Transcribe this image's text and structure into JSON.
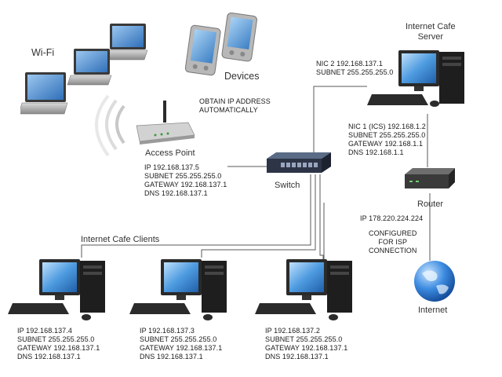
{
  "labels": {
    "wifi": "Wi-Fi",
    "devices": "Devices",
    "access_point": "Access Point",
    "switch": "Switch",
    "router": "Router",
    "internet": "Internet",
    "server_line1": "Internet Cafe",
    "server_line2": "Server",
    "clients": "Internet Cafe Clients",
    "obtain_line1": "OBTAIN IP ADDRESS",
    "obtain_line2": "AUTOMATICALLY",
    "configured_line1": "CONFIGURED",
    "configured_line2": "FOR ISP",
    "configured_line3": "CONNECTION",
    "router_ip": "IP 178.220.224.224"
  },
  "access_point_config": {
    "ip": "IP 192.168.137.5",
    "subnet": "SUBNET 255.255.255.0",
    "gateway": "GATEWAY 192.168.137.1",
    "dns": "DNS 192.168.137.1"
  },
  "server_nic2": {
    "nic": "NIC 2 192.168.137.1",
    "subnet": "SUBNET 255.255.255.0"
  },
  "server_nic1": {
    "nic": "NIC 1 (ICS) 192.168.1.2",
    "subnet": "SUBNET 255.255.255.0",
    "gateway": "GATEWAY 192.168.1.1",
    "dns": "DNS 192.168.1.1"
  },
  "clients": [
    {
      "ip": "IP 192.168.137.4",
      "subnet": "SUBNET 255.255.255.0",
      "gateway": "GATEWAY 192.168.137.1",
      "dns": "DNS 192.168.137.1"
    },
    {
      "ip": "IP 192.168.137.3",
      "subnet": "SUBNET 255.255.255.0",
      "gateway": "GATEWAY 192.168.137.1",
      "dns": "DNS 192.168.137.1"
    },
    {
      "ip": "IP 192.168.137.2",
      "subnet": "SUBNET 255.255.255.0",
      "gateway": "GATEWAY 192.168.137.1",
      "dns": "DNS 192.168.137.1"
    }
  ],
  "colors": {
    "wire": "#333333",
    "screen": "#3f8ed0",
    "chassis": "#2a2a2a",
    "globe": "#2e7fd9"
  }
}
